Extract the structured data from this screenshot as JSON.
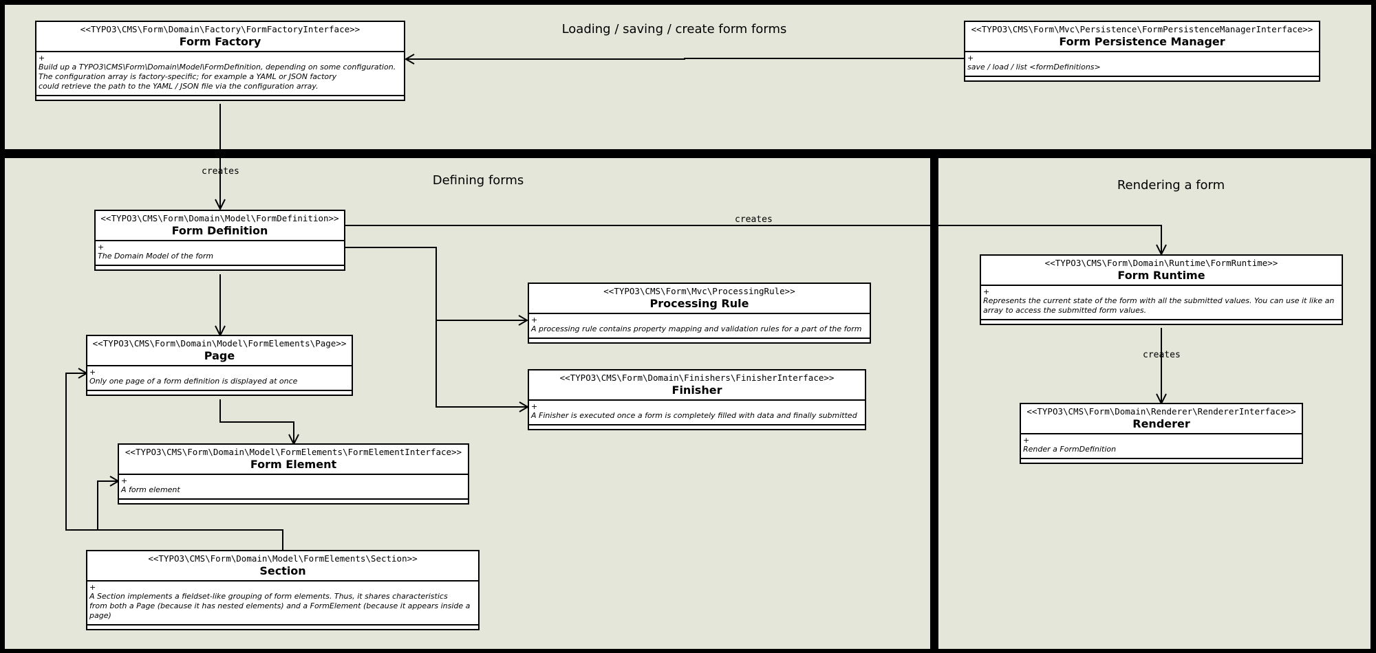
{
  "panels": {
    "loading": {
      "title": "Loading / saving / create form forms"
    },
    "defining": {
      "title": "Defining forms"
    },
    "rendering": {
      "title": "Rendering a form"
    }
  },
  "classes": {
    "form_factory": {
      "stereotype": "<<TYPO3\\CMS\\Form\\Domain\\Factory\\FormFactoryInterface>>",
      "name": "Form Factory",
      "visibility": "+",
      "description": "Build up a TYPO3\\CMS\\Form\\Domain\\Model\\FormDefinition, depending on some configuration.\nThe configuration array is factory-specific; for example a YAML or JSON factory\ncould retrieve the path to the YAML / JSON file via the configuration array."
    },
    "persistence_manager": {
      "stereotype": "<<TYPO3\\CMS\\Form\\Mvc\\Persistence\\FormPersistenceManagerInterface>>",
      "name": "Form Persistence Manager",
      "visibility": "+",
      "description": "save / load / list <formDefinitions>"
    },
    "form_definition": {
      "stereotype": "<<TYPO3\\CMS\\Form\\Domain\\Model\\FormDefinition>>",
      "name": "Form Definition",
      "visibility": "+",
      "description": "The Domain Model of the form"
    },
    "processing_rule": {
      "stereotype": "<<TYPO3\\CMS\\Form\\Mvc\\ProcessingRule>>",
      "name": "Processing Rule",
      "visibility": "+",
      "description": "A processing rule contains property mapping and validation rules for a part of the form"
    },
    "page": {
      "stereotype": "<<TYPO3\\CMS\\Form\\Domain\\Model\\FormElements\\Page>>",
      "name": "Page",
      "visibility": "+",
      "description": "Only one page of a form definition is displayed at once"
    },
    "finisher": {
      "stereotype": "<<TYPO3\\CMS\\Form\\Domain\\Finishers\\FinisherInterface>>",
      "name": "Finisher",
      "visibility": "+",
      "description": "A Finisher is executed once a form is completely filled with data and finally submitted"
    },
    "form_element": {
      "stereotype": "<<TYPO3\\CMS\\Form\\Domain\\Model\\FormElements\\FormElementInterface>>",
      "name": "Form Element",
      "visibility": "+",
      "description": "A form element"
    },
    "section": {
      "stereotype": "<<TYPO3\\CMS\\Form\\Domain\\Model\\FormElements\\Section>>",
      "name": "Section",
      "visibility": "+",
      "description": "A Section implements a fieldset-like grouping of form elements. Thus, it shares characteristics\nfrom both a Page (because it has nested elements) and a FormElement (because it appears inside a\npage)"
    },
    "form_runtime": {
      "stereotype": "<<TYPO3\\CMS\\Form\\Domain\\Runtime\\FormRuntime>>",
      "name": "Form Runtime",
      "visibility": "+",
      "description": "Represents the current state of the form with all the submitted values. You can use it like an\narray to access the submitted form values."
    },
    "renderer": {
      "stereotype": "<<TYPO3\\CMS\\Form\\Domain\\Renderer\\RendererInterface>>",
      "name": "Renderer",
      "visibility": "+",
      "description": "Render a FormDefinition"
    }
  },
  "connector_labels": {
    "factory_creates": "creates",
    "definition_creates": "creates",
    "runtime_creates": "creates"
  }
}
